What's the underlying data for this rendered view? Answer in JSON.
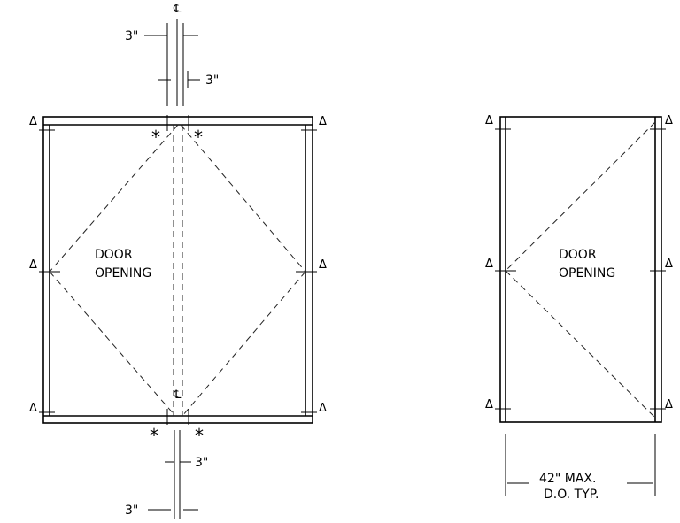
{
  "labels": {
    "centerline": "℄",
    "dim_3in": "3\"",
    "door_line1": "DOOR",
    "door_line2": "OPENING",
    "max_line1": "42\" MAX.",
    "max_line2": "D.O. TYP.",
    "delta": "Δ",
    "star": "*"
  }
}
